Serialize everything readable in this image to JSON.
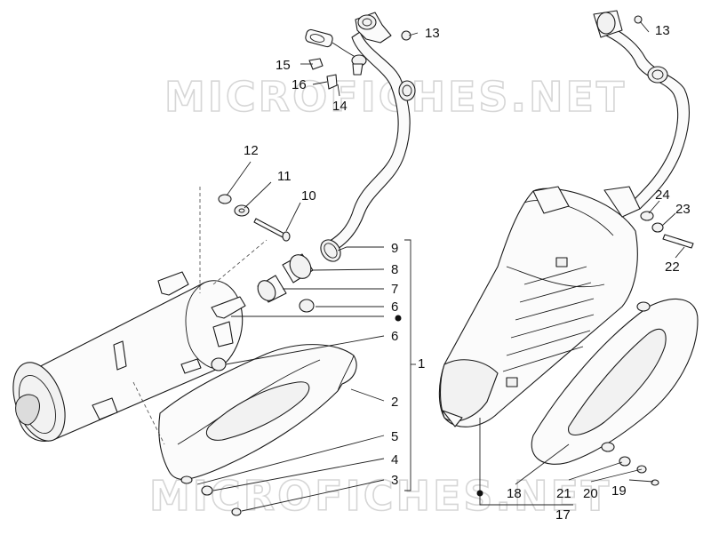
{
  "watermark": "MICROFICHES.NET",
  "callouts": {
    "c1": "1",
    "c2": "2",
    "c3": "3",
    "c4": "4",
    "c5": "5",
    "c6a": "6",
    "c6b": "6",
    "c7": "7",
    "c8": "8",
    "c9": "9",
    "c10": "10",
    "c11": "11",
    "c12": "12",
    "c13a": "13",
    "c13b": "13",
    "c14": "14",
    "c15": "15",
    "c16": "16",
    "c17": "17",
    "c18": "18",
    "c19": "19",
    "c20": "20",
    "c21": "21",
    "c22": "22",
    "c23": "23",
    "c24": "24"
  },
  "colors": {
    "ink": "#1a1a1a",
    "watermark": "#d6d6d6",
    "background": "#ffffff"
  }
}
